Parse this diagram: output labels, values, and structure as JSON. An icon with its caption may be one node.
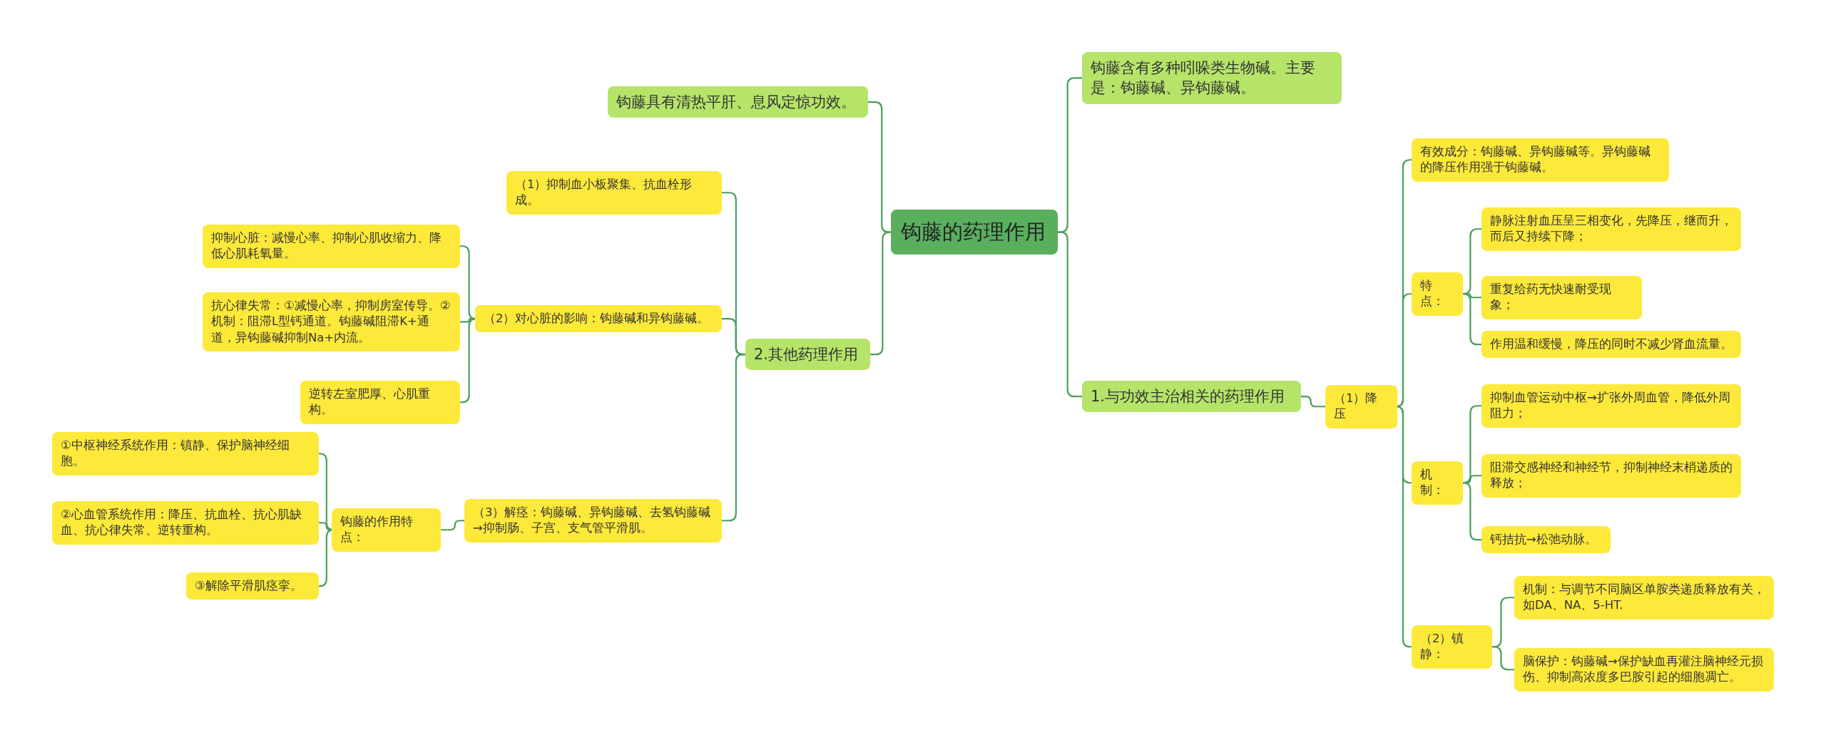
{
  "diagram": {
    "nodes": [
      {
        "text": [
          "钩藤的药理作用"
        ]
      },
      {
        "text": [
          "钩藤含有多种吲哚类生物碱。主要是：钩藤碱、异钩藤碱。"
        ]
      },
      {
        "text": [
          "1.与功效主治相关的药理作用"
        ]
      },
      {
        "text": [
          "（1）降压"
        ]
      },
      {
        "text": [
          "有效成分：钩藤碱、异钩藤碱等。异钩藤碱的降压作用强于钩藤碱。"
        ]
      },
      {
        "text": [
          "特点："
        ]
      },
      {
        "text": [
          "静脉注射血压呈三相变化，先降压，继而升，而后又持续下降；"
        ]
      },
      {
        "text": [
          "重复给药无快速耐受现象；"
        ]
      },
      {
        "text": [
          "作用温和缓慢，降压的同时不减少肾血流量。"
        ]
      },
      {
        "text": [
          "机制："
        ]
      },
      {
        "text": [
          "抑制血管运动中枢→扩张外周血管，降低外周阻力；"
        ]
      },
      {
        "text": [
          "阻滞交感神经和神经节，抑制神经末梢递质的释放；"
        ]
      },
      {
        "text": [
          "钙拮抗→松弛动脉。"
        ]
      },
      {
        "text": [
          "（2）镇静："
        ]
      },
      {
        "text": [
          "机制：与调节不同脑区单胺类递质释放有关，如DA、NA、5-HT."
        ]
      },
      {
        "text": [
          "脑保护：钩藤碱→保护缺血再灌注脑神经元损伤、抑制高浓度多巴胺引起的细胞凋亡。"
        ]
      },
      {
        "text": [
          "钩藤具有清热平肝、息风定惊功效。"
        ]
      },
      {
        "text": [
          "2.其他药理作用"
        ]
      },
      {
        "text": [
          "（1）抑制血小板聚集、抗血栓形成。"
        ]
      },
      {
        "text": [
          "（2）对心脏的影响：钩藤碱和异钩藤碱。"
        ]
      },
      {
        "text": [
          "抑制心脏：减慢心率、抑制心肌收缩力、降低心肌耗氧量。"
        ]
      },
      {
        "text": [
          "抗心律失常：①减慢心率，抑制房室传导。②机制：阻滞L型钙通道。钩藤碱阻滞K+通道，异钩藤碱抑制Na+内流。"
        ]
      },
      {
        "text": [
          "逆转左室肥厚、心肌重构。"
        ]
      },
      {
        "text": [
          "（3）解痉：钩藤碱、异钩藤碱、去氢钩藤碱→抑制肠、子宫、支气管平滑肌。"
        ]
      },
      {
        "text": [
          "钩藤的作用特点："
        ]
      },
      {
        "text": [
          "①中枢神经系统作用：镇静、保护脑神经细胞。"
        ]
      },
      {
        "text": [
          "②心血管系统作用：降压、抗血栓、抗心肌缺血、抗心律失常、逆转重构。"
        ]
      },
      {
        "text": [
          "③解除平滑肌痉挛。"
        ]
      }
    ],
    "edges": [
      {
        "from": 0,
        "to": 1,
        "arrow": "none"
      },
      {
        "from": 0,
        "to": 2,
        "arrow": "none"
      },
      {
        "from": 2,
        "to": 3,
        "arrow": "none"
      },
      {
        "from": 3,
        "to": 4,
        "arrow": "none"
      },
      {
        "from": 3,
        "to": 5,
        "arrow": "none"
      },
      {
        "from": 5,
        "to": 6,
        "arrow": "none"
      },
      {
        "from": 5,
        "to": 7,
        "arrow": "none"
      },
      {
        "from": 5,
        "to": 8,
        "arrow": "none"
      },
      {
        "from": 3,
        "to": 9,
        "arrow": "none"
      },
      {
        "from": 9,
        "to": 10,
        "arrow": "none"
      },
      {
        "from": 9,
        "to": 11,
        "arrow": "none"
      },
      {
        "from": 9,
        "to": 12,
        "arrow": "none"
      },
      {
        "from": 3,
        "to": 13,
        "arrow": "none"
      },
      {
        "from": 13,
        "to": 14,
        "arrow": "none"
      },
      {
        "from": 13,
        "to": 15,
        "arrow": "none"
      },
      {
        "from": 0,
        "to": 16,
        "arrow": "none"
      },
      {
        "from": 0,
        "to": 17,
        "arrow": "none"
      },
      {
        "from": 17,
        "to": 18,
        "arrow": "none"
      },
      {
        "from": 17,
        "to": 19,
        "arrow": "none"
      },
      {
        "from": 19,
        "to": 20,
        "arrow": "none"
      },
      {
        "from": 19,
        "to": 21,
        "arrow": "none"
      },
      {
        "from": 19,
        "to": 22,
        "arrow": "none"
      },
      {
        "from": 17,
        "to": 23,
        "arrow": "none"
      },
      {
        "from": 23,
        "to": 24,
        "arrow": "none"
      },
      {
        "from": 24,
        "to": 25,
        "arrow": "none"
      },
      {
        "from": 24,
        "to": 26,
        "arrow": "none"
      },
      {
        "from": 24,
        "to": 27,
        "arrow": "none"
      }
    ]
  }
}
